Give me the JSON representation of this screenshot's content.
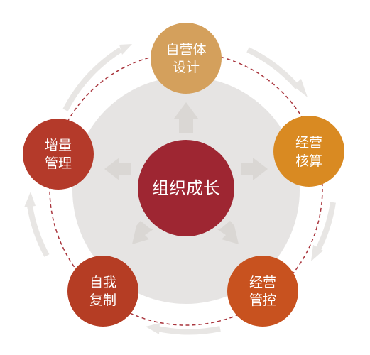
{
  "center": {
    "label": "组织成长",
    "color": "#9e2632"
  },
  "nodes": [
    {
      "id": "self-operating-design",
      "lines": [
        "自营体",
        "设计"
      ],
      "color": "#d4a05c"
    },
    {
      "id": "business-accounting",
      "lines": [
        "经营",
        "核算"
      ],
      "color": "#d98a22"
    },
    {
      "id": "business-control",
      "lines": [
        "经营",
        "管控"
      ],
      "color": "#c8521f"
    },
    {
      "id": "self-replication",
      "lines": [
        "自我",
        "复制"
      ],
      "color": "#b53d24"
    },
    {
      "id": "incremental-management",
      "lines": [
        "增量",
        "管理"
      ],
      "color": "#b43a2a"
    }
  ],
  "colors": {
    "background_disc": "#e6e4e3",
    "dashed_ring": "#a9343c",
    "cycle_arrows": "#e8e6e4",
    "inner_arrows": "#dad7d4"
  }
}
